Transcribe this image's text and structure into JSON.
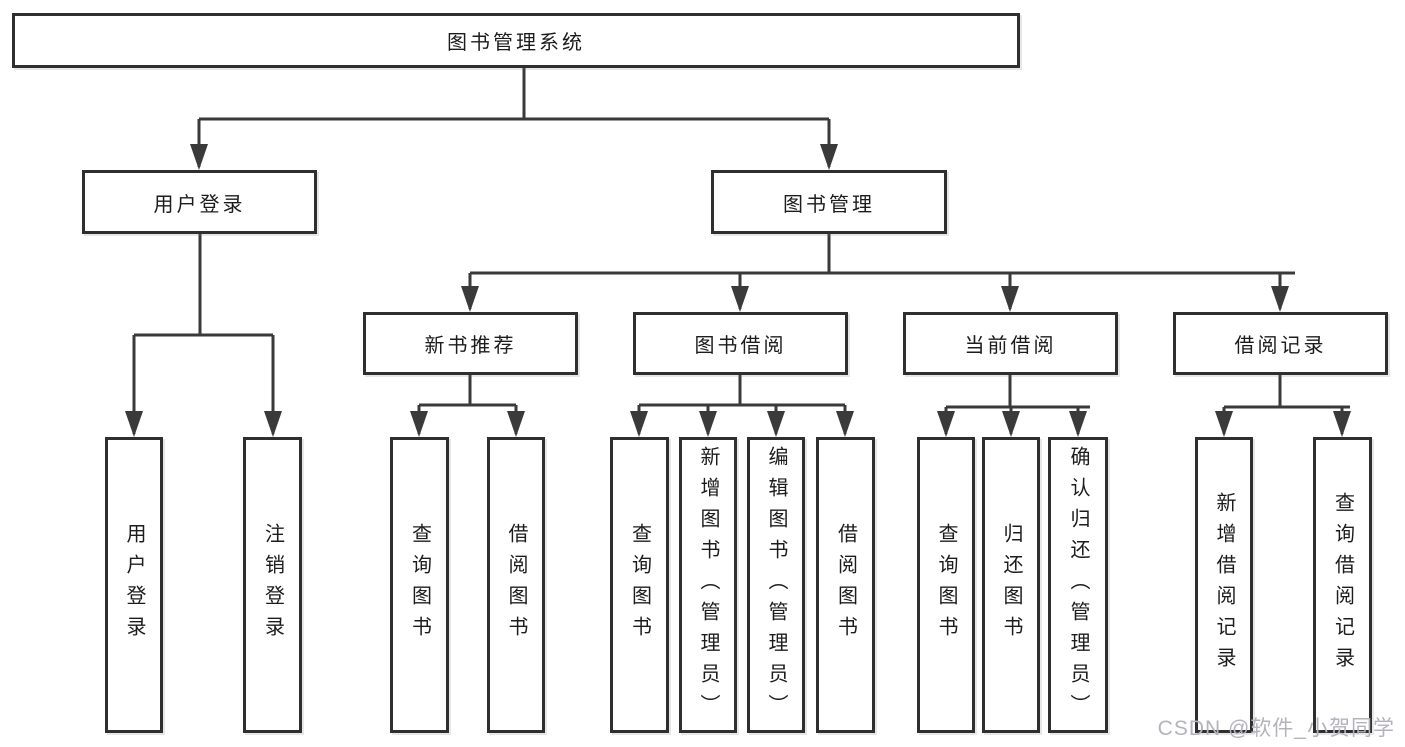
{
  "diagram": {
    "title": "图书管理系统",
    "children": [
      {
        "label": "用户登录",
        "children": [
          "用户登录",
          "注销登录"
        ]
      },
      {
        "label": "图书管理",
        "children": [
          {
            "label": "新书推荐",
            "children": [
              "查询图书",
              "借阅图书"
            ]
          },
          {
            "label": "图书借阅",
            "children": [
              "查询图书",
              "新增图书（管理员）",
              "编辑图书（管理员）",
              "借阅图书"
            ]
          },
          {
            "label": "当前借阅",
            "children": [
              "查询图书",
              "归还图书",
              "确认归还（管理员）"
            ]
          },
          {
            "label": "借阅记录",
            "children": [
              "新增借阅记录",
              "查询借阅记录"
            ]
          }
        ]
      }
    ]
  },
  "watermark": {
    "text": "CSDN @软件_小贺同学"
  },
  "colors": {
    "line": "#3a3a3a",
    "border": "#2f2f2f",
    "text": "#1c1c1c",
    "watermark": "#b3b3bc"
  }
}
